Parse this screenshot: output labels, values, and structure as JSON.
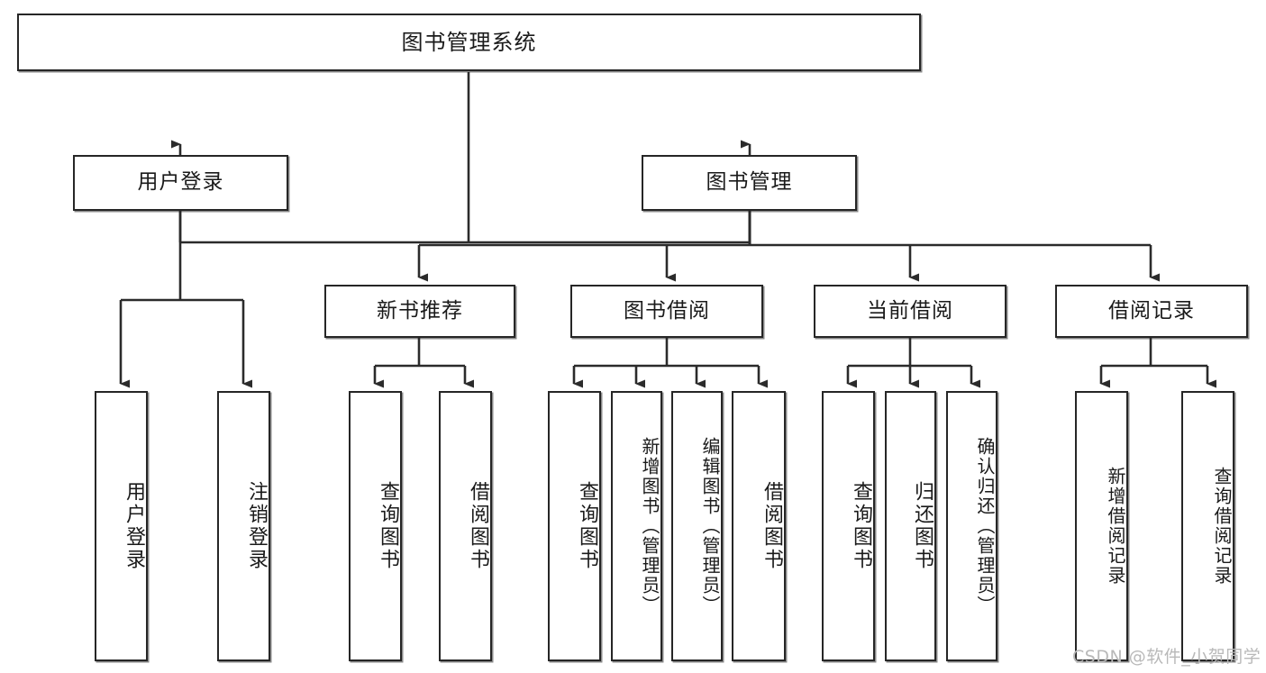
{
  "diagram": {
    "title": "图书管理系统",
    "type": "tree-hierarchy",
    "watermark": "CSDN @软件_小贺同学",
    "colors": {
      "box_border": "#262626",
      "box_fill": "#ffffff",
      "edge": "#333333",
      "text": "#1a1a1a",
      "watermark": "#b9b9b9",
      "background": "#ffffff"
    },
    "root": {
      "label": "图书管理系统"
    },
    "level1": [
      {
        "label": "用户登录"
      },
      {
        "label": "图书管理"
      }
    ],
    "level2": [
      {
        "label": "新书推荐"
      },
      {
        "label": "图书借阅"
      },
      {
        "label": "当前借阅"
      },
      {
        "label": "借阅记录"
      }
    ],
    "leaves": {
      "user_login": [
        {
          "label": "用户登录"
        },
        {
          "label": "注销登录"
        }
      ],
      "new_book_recommend": [
        {
          "label": "查询图书"
        },
        {
          "label": "借阅图书"
        }
      ],
      "book_borrow": [
        {
          "label": "查询图书"
        },
        {
          "label": "新增图书（管理员）"
        },
        {
          "label": "编辑图书（管理员）"
        },
        {
          "label": "借阅图书"
        }
      ],
      "current_borrow": [
        {
          "label": "查询图书"
        },
        {
          "label": "归还图书"
        },
        {
          "label": "确认归还（管理员）"
        }
      ],
      "borrow_record": [
        {
          "label": "新增借阅记录"
        },
        {
          "label": "查询借阅记录"
        }
      ]
    }
  }
}
